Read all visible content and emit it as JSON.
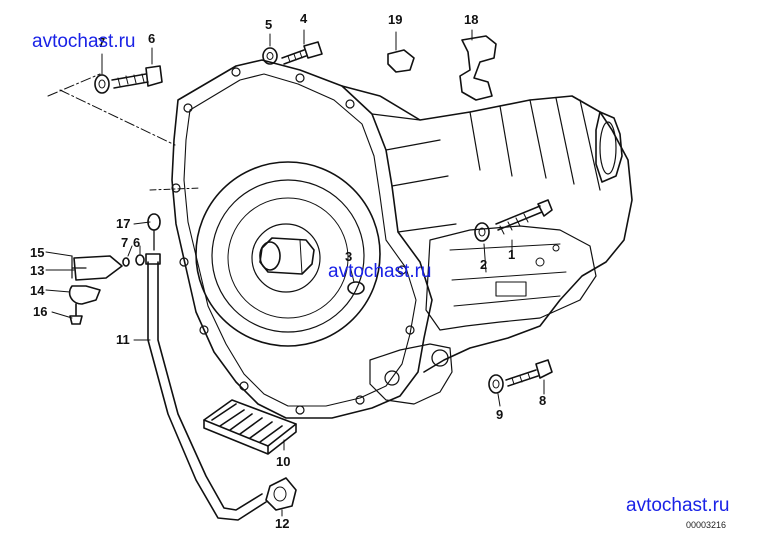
{
  "watermark": {
    "text": "avtochast.ru",
    "color": "#1a22e6"
  },
  "diagram_number": "00003216",
  "callouts": {
    "c1": "1",
    "c2": "2",
    "c3": "3",
    "c4": "4",
    "c5": "5",
    "c6a": "6",
    "c6b": "6",
    "c7a": "7",
    "c7b": "7",
    "c8": "8",
    "c9": "9",
    "c10": "10",
    "c11": "11",
    "c12": "12",
    "c13": "13",
    "c14": "14",
    "c15": "15",
    "c16": "16",
    "c17": "17",
    "c18": "18",
    "c19": "19"
  }
}
